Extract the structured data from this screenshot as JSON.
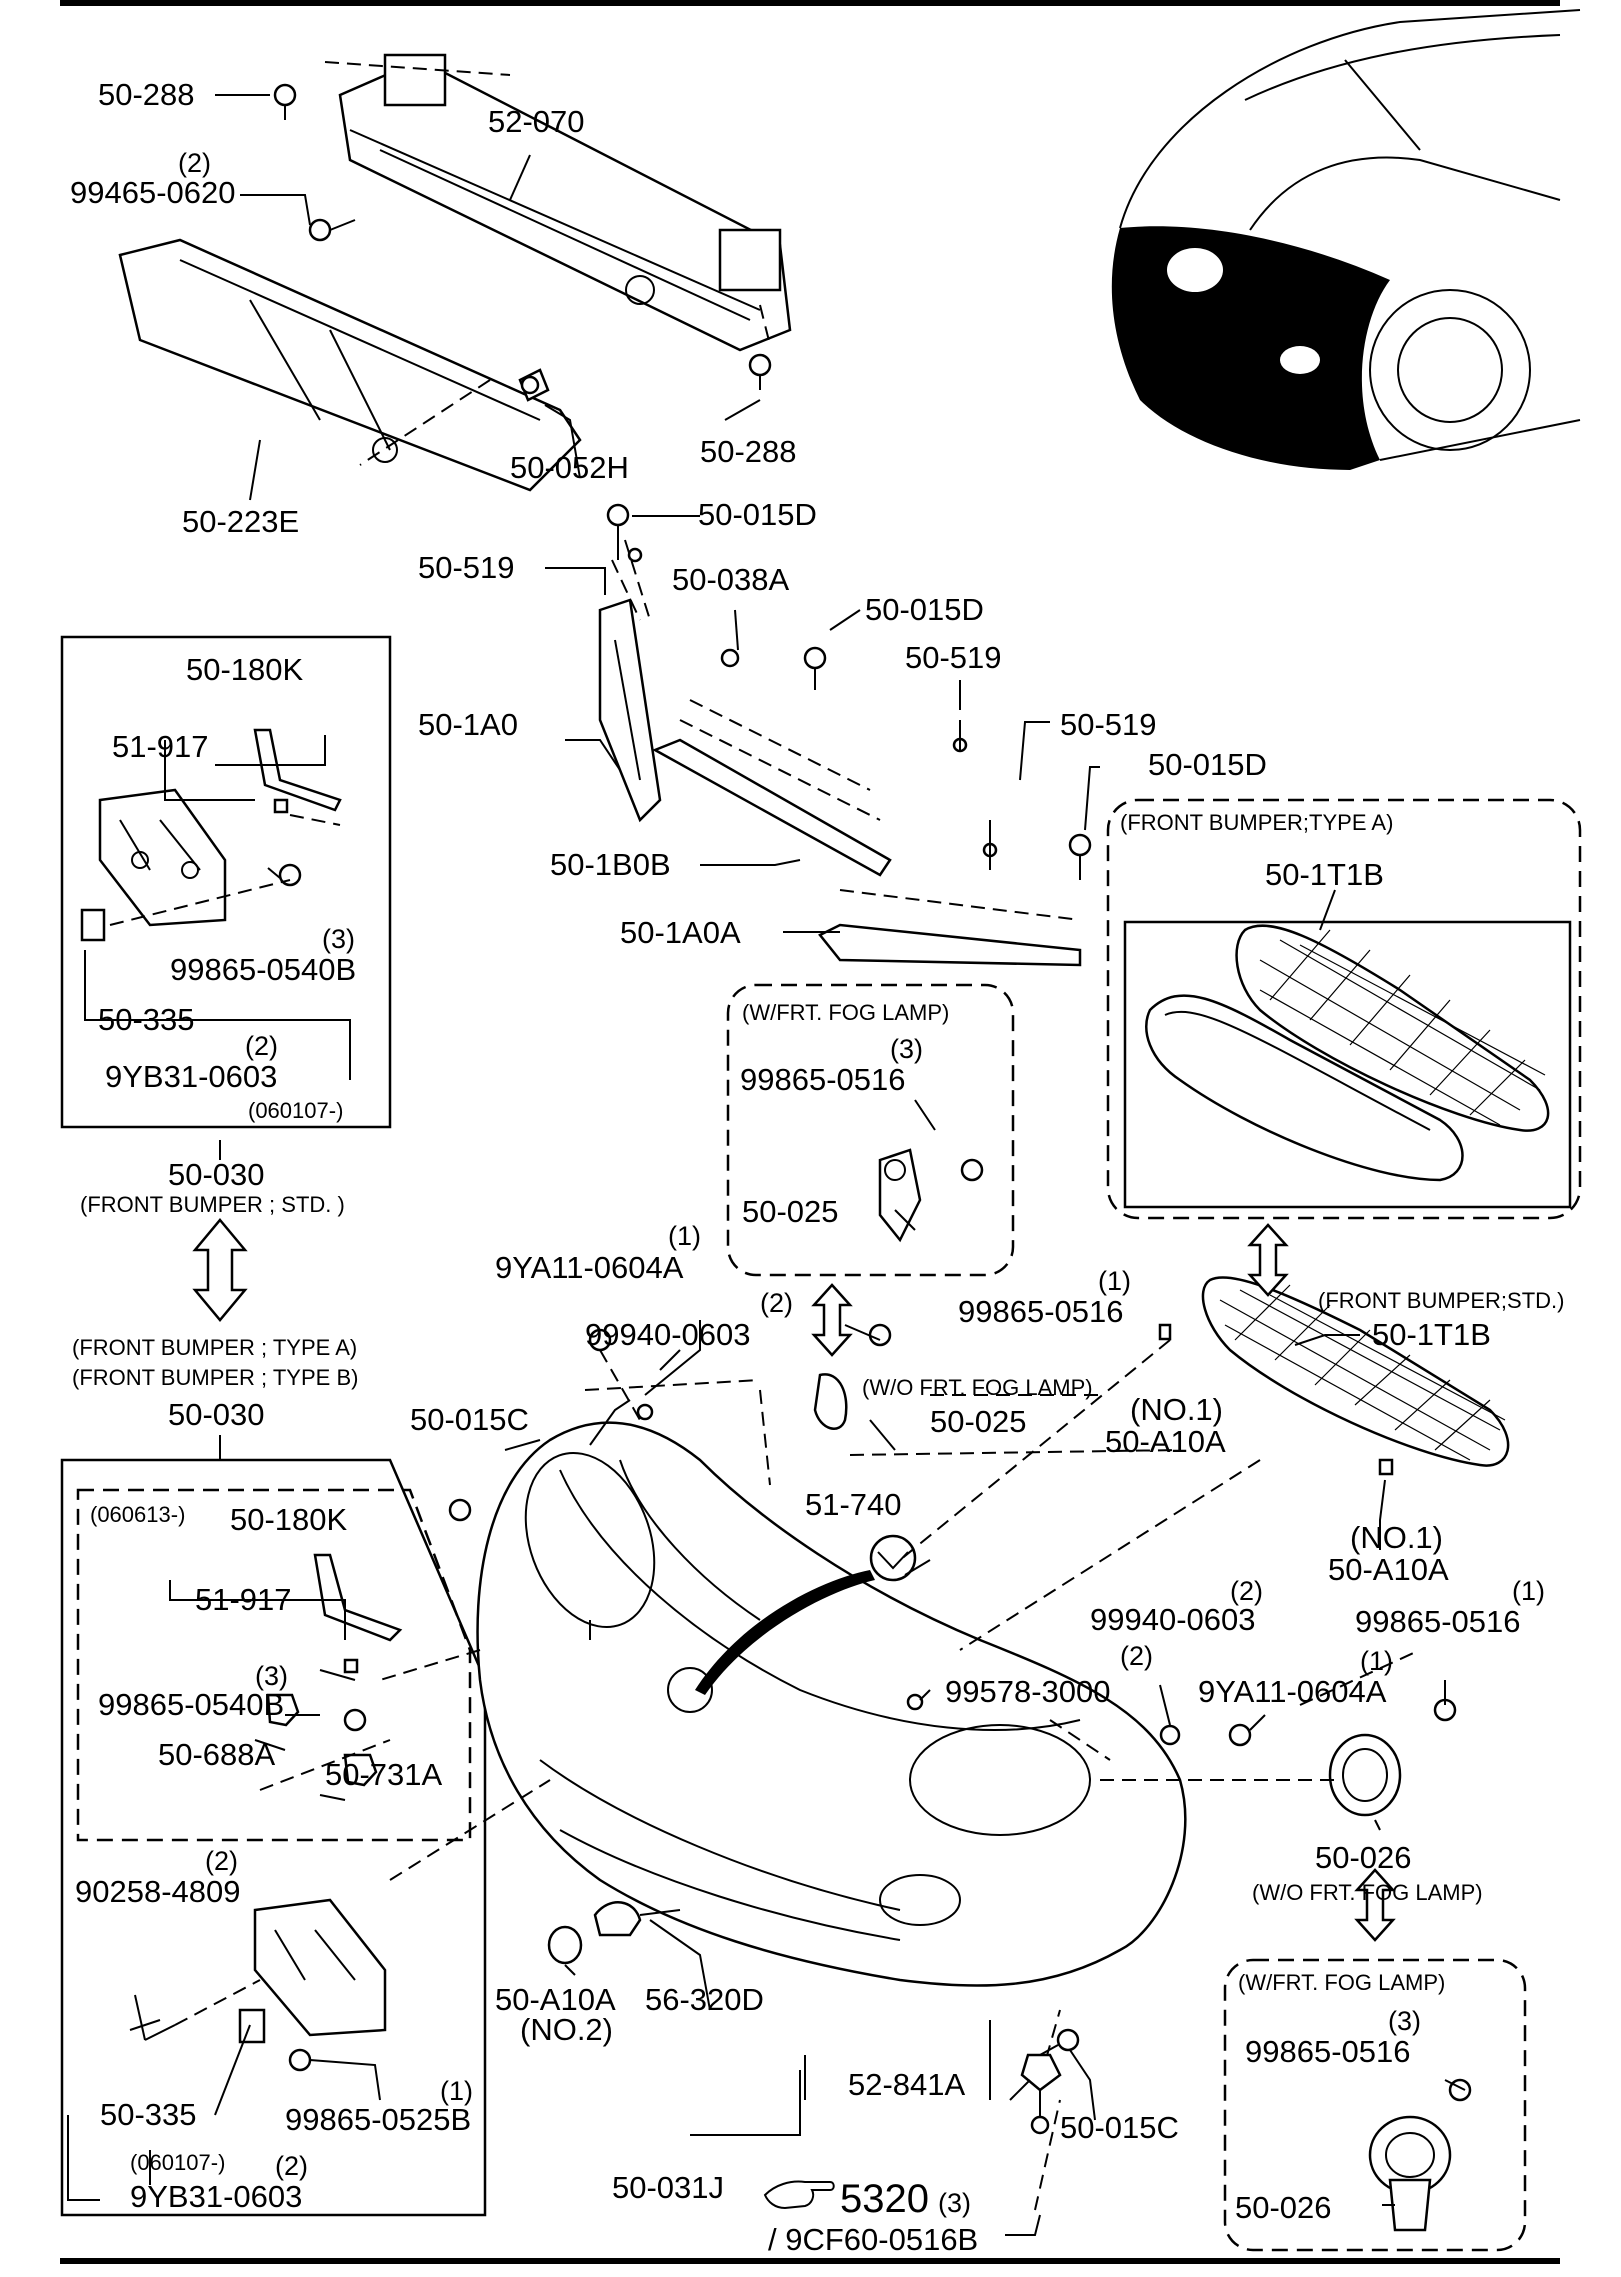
{
  "labels": {
    "p50_288_top": "50-288",
    "p52_070": "52-070",
    "q99465": "(2)",
    "p99465_0620": "99465-0620",
    "p50_288_r": "50-288",
    "p50_052H": "50-052H",
    "p50_223E": "50-223E",
    "p50_015D_a": "50-015D",
    "p50_519_a": "50-519",
    "p50_038A": "50-038A",
    "p50_015D_b": "50-015D",
    "p50_519_b": "50-519",
    "p50_1A0": "50-1A0",
    "p50_519_c": "50-519",
    "p50_015D_c": "50-015D",
    "p50_1B0B": "50-1B0B",
    "p50_1A0A": "50-1A0A",
    "p50_180K_a": "50-180K",
    "p51_917_a": "51-917",
    "q99865_540B_a": "(3)",
    "p99865_0540B_a": "99865-0540B",
    "p50_335_a": "50-335",
    "q9YB31_a": "(2)",
    "p9YB31_0603_a": "9YB31-0603",
    "n060107_a": "(060107-)",
    "p50_030_a": "50-030",
    "n_front_std": "(FRONT BUMPER ; STD. )",
    "n_type_a": "(FRONT BUMPER ; TYPE A)",
    "n_type_b": "(FRONT BUMPER ; TYPE B)",
    "p50_030_b": "50-030",
    "n060613": "(060613-)",
    "p50_180K_b": "50-180K",
    "p51_917_b": "51-917",
    "q99865_540B_b": "(3)",
    "p99865_0540B_b": "99865-0540B",
    "p50_688A": "50-688A",
    "p50_731A": "50-731A",
    "q90258": "(2)",
    "p90258_4809": "90258-4809",
    "p50_335_b": "50-335",
    "q99865_525B": "(1)",
    "p99865_0525B": "99865-0525B",
    "n060107_b": "(060107-)",
    "q9YB31_b": "(2)",
    "p9YB31_0603_b": "9YB31-0603",
    "n_wfog_a": "(W/FRT. FOG LAMP)",
    "q99865_0516_a": "(3)",
    "p99865_0516_a": "99865-0516",
    "p50_025_a": "50-025",
    "q99865_0516_b": "(1)",
    "p99865_0516_b": "99865-0516",
    "n_wofog_a": "(W/O FRT. FOG LAMP)",
    "p50_025_b": "50-025",
    "q9YA11_a": "(1)",
    "p9YA11_0604A_a": "9YA11-0604A",
    "q99940_a": "(2)",
    "p99940_0603_a": "99940-0603",
    "p50_015C_a": "50-015C",
    "p51_740": "51-740",
    "n_type_a_box": "(FRONT BUMPER;TYPE A)",
    "p50_1T1B_a": "50-1T1B",
    "n_front_std2": "(FRONT BUMPER;STD.)",
    "p50_1T1B_b": "50-1T1B",
    "n_no1_a": "(NO.1)",
    "p50_A10A_a": "50-A10A",
    "n_no1_b": "(NO.1)",
    "p50_A10A_b": "50-A10A",
    "q99940_b": "(2)",
    "p99940_0603_b": "99940-0603",
    "q9YA11_b": "(2)",
    "p99578_3000": "99578-3000",
    "q9YA11_c": "(1)",
    "p9YA11_0604A_b": "9YA11-0604A",
    "q99865_0516_c": "(1)",
    "p99865_0516_c": "99865-0516",
    "p50_026_a": "50-026",
    "n_wofog_b": "(W/O FRT. FOG LAMP)",
    "n_wfog_b": "(W/FRT. FOG LAMP)",
    "q99865_0516_d": "(3)",
    "p99865_0516_d": "99865-0516",
    "p50_026_b": "50-026",
    "p50_A10A_c": "50-A10A",
    "n_no2": "(NO.2)",
    "p56_320D": "56-320D",
    "p52_841A": "52-841A",
    "p50_015C_b": "50-015C",
    "p50_031J": "50-031J",
    "ref_5320": "5320",
    "q_5320": "(3)",
    "p9CF60_0516B": "/ 9CF60-0516B"
  }
}
